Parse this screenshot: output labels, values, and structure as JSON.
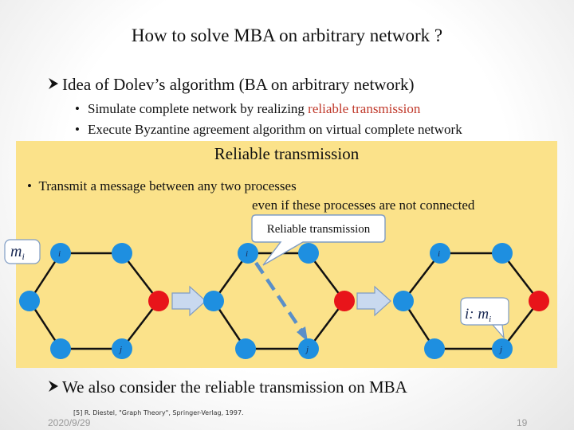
{
  "title": "How to solve MBA on arbitrary network ?",
  "bullet_main": "Idea of Dolev’s algorithm (BA on arbitrary network)",
  "sub1_prefix": "Simulate complete network by realizing ",
  "sub1_highlight": "reliable transmission",
  "sub2": "Execute Byzantine agreement algorithm on virtual complete network",
  "box": {
    "title": "Reliable transmission",
    "bullet1": "Transmit a message between any two processes",
    "bullet2": "even if these processes are not connected",
    "callout": "Reliable transmission"
  },
  "diagram": {
    "msg_label": "m_i",
    "node_i": "i",
    "node_j": "j",
    "result_label": "i: m_i"
  },
  "bottom": "We also consider the reliable transmission on MBA",
  "reference": "[5] R. Diestel, \"Graph Theory\", Springer-Verlag, 1997.",
  "date": "2020/9/29",
  "page_number": "19",
  "colors": {
    "accent_red": "#c0392b",
    "box_yellow": "#fbe28a",
    "node_blue": "#1e8fe0",
    "node_red": "#e8141a",
    "arrow_blue": "#5a8fc8"
  }
}
